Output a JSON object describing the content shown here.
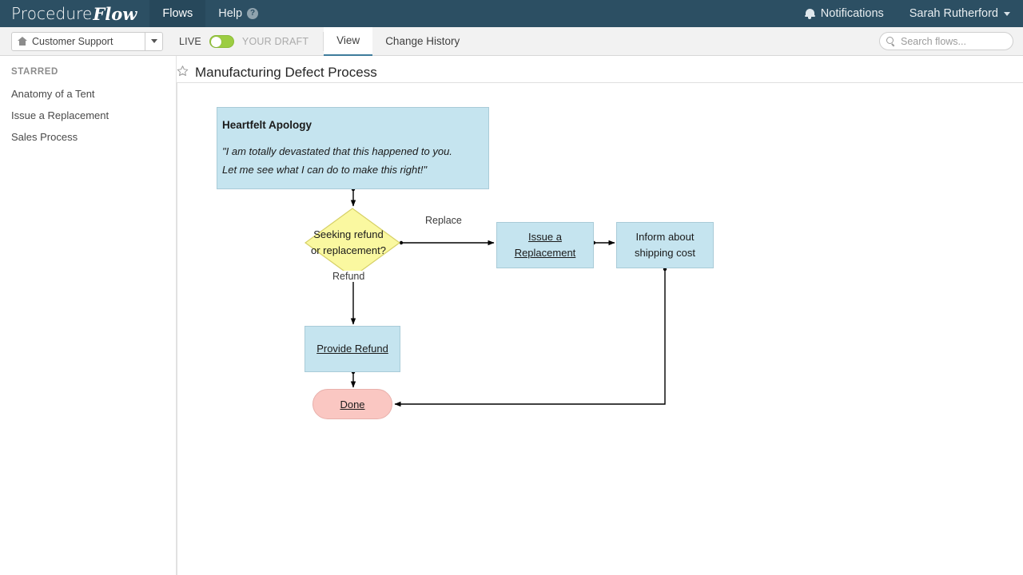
{
  "topnav": {
    "logo_primary": "Procedure",
    "logo_secondary": "Flow",
    "items": [
      {
        "label": "Flows",
        "active": true
      },
      {
        "label": "Help",
        "active": false
      }
    ],
    "help_badge": "?",
    "notifications_label": "Notifications",
    "user_name": "Sarah Rutherford"
  },
  "toolbar": {
    "flow_selector_value": "Customer Support",
    "live_label": "LIVE",
    "draft_label": "YOUR DRAFT",
    "toggle_state": "live",
    "tabs": [
      {
        "label": "View",
        "active": true
      },
      {
        "label": "Change History",
        "active": false
      }
    ],
    "search_placeholder": "Search flows...",
    "search_value": ""
  },
  "sidebar": {
    "heading": "STARRED",
    "items": [
      {
        "label": "Anatomy of a Tent"
      },
      {
        "label": "Issue a Replacement"
      },
      {
        "label": "Sales Process"
      }
    ]
  },
  "page": {
    "title": "Manufacturing Defect Process",
    "starred": false
  },
  "colors": {
    "header_bg": "#2c4f63",
    "node_blue": "#c5e4ef",
    "node_blue_border": "#a9cbd8",
    "node_yellow": "#faf8a0",
    "node_yellow_border": "#d6d066",
    "node_pink": "#fac7c2",
    "node_pink_border": "#e8b0ab",
    "toggle_green": "#9ccd42",
    "tab_accent": "#3e7c9c"
  },
  "flow": {
    "nodes": [
      {
        "id": "apology",
        "type": "process",
        "title": "Heartfelt Apology",
        "body": "\"I am totally devastated that this happened to you. Let me see what I can do to make this right!\"",
        "body_line1": "\"I am totally devastated that this happened to you.",
        "body_line2": "Let me see what I can do to make this right!\""
      },
      {
        "id": "decision",
        "type": "decision",
        "line1": "Seeking refund",
        "line2": "or replacement?"
      },
      {
        "id": "issue-replacement",
        "type": "process",
        "line1": "Issue a",
        "line2": "Replacement",
        "is_link": true
      },
      {
        "id": "inform-shipping",
        "type": "process",
        "line1": "Inform about",
        "line2": "shipping cost",
        "is_link": false
      },
      {
        "id": "provide-refund",
        "type": "process",
        "label": "Provide Refund",
        "is_link": true
      },
      {
        "id": "done",
        "type": "terminator",
        "label": "Done",
        "is_link": true
      }
    ],
    "edges": [
      {
        "from": "apology",
        "to": "decision",
        "label": ""
      },
      {
        "from": "decision",
        "to": "issue-replacement",
        "label": "Replace"
      },
      {
        "from": "issue-replacement",
        "to": "inform-shipping",
        "label": ""
      },
      {
        "from": "decision",
        "to": "provide-refund",
        "label": "Refund"
      },
      {
        "from": "provide-refund",
        "to": "done",
        "label": ""
      },
      {
        "from": "inform-shipping",
        "to": "done",
        "label": ""
      }
    ]
  }
}
